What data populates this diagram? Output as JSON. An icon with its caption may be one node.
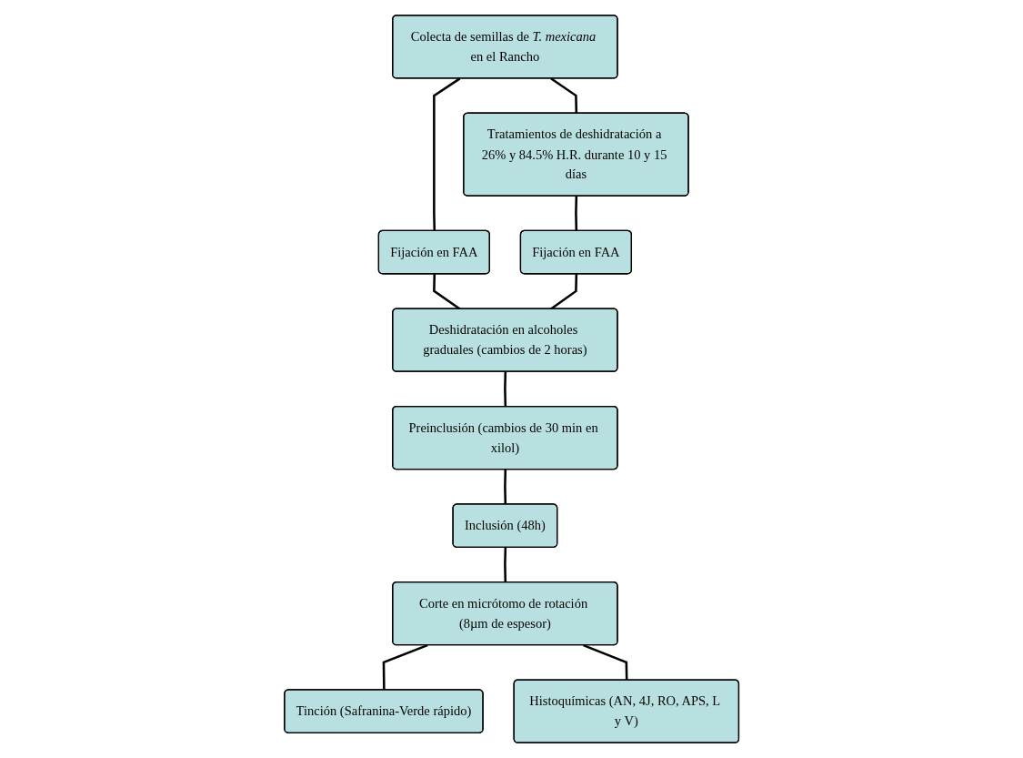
{
  "diagram": {
    "nodes": [
      {
        "text": [
          "Colecta de semillas de *T. mexicana* en el Rancho"
        ]
      },
      {
        "text": [
          "Fijación en FAA"
        ]
      },
      {
        "text": [
          "Tratamientos de deshidratación a 26% y 84.5% H.R. durante 10 y 15 días"
        ]
      },
      {
        "text": [
          "Deshidratación en alcoholes graduales (cambios de 2 horas)"
        ]
      },
      {
        "text": [
          "Fijación en FAA"
        ]
      },
      {
        "text": [
          "Preinclusión (cambios de 30 min en xilol)"
        ]
      },
      {
        "text": [
          "Inclusión (48h)"
        ]
      },
      {
        "text": [
          "Corte en micrótomo de rotación (8µm de espesor)"
        ]
      },
      {
        "text": [
          "Tinción (Safranina-Verde rápido)"
        ]
      },
      {
        "text": [
          "Histoquímicas (AN, 4J, RO, APS, L y V)"
        ]
      }
    ],
    "edges": [
      {
        "from": 0,
        "to": 1,
        "arrow": "none"
      },
      {
        "from": 0,
        "to": 2,
        "arrow": "none"
      },
      {
        "from": 1,
        "to": 3,
        "arrow": "none"
      },
      {
        "from": 2,
        "to": 4,
        "arrow": "none"
      },
      {
        "from": 4,
        "to": 3,
        "arrow": "none"
      },
      {
        "from": 3,
        "to": 5,
        "arrow": "none"
      },
      {
        "from": 5,
        "to": 6,
        "arrow": "none"
      },
      {
        "from": 6,
        "to": 7,
        "arrow": "none"
      },
      {
        "from": 7,
        "to": 8,
        "arrow": "none"
      },
      {
        "from": 7,
        "to": 9,
        "arrow": "none"
      }
    ]
  }
}
